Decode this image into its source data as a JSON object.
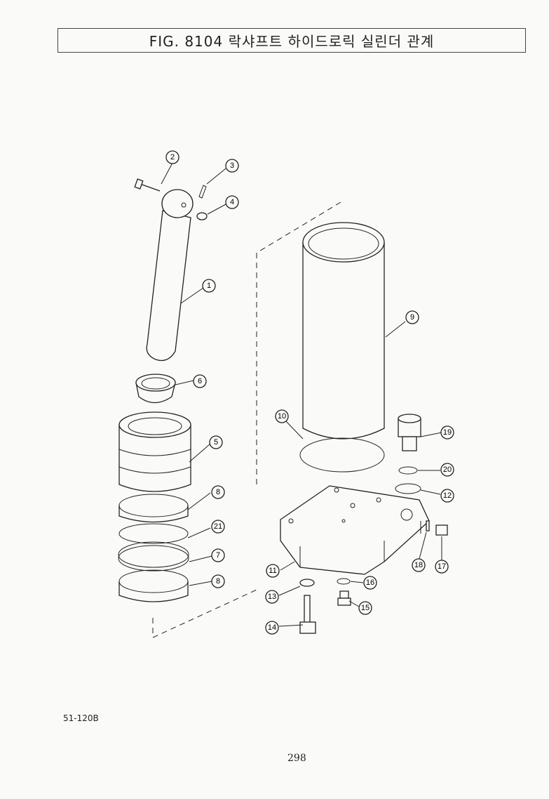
{
  "title": "FIG. 8104 락샤프트 하이드로릭 실린더 관계",
  "drawing_code": "51-120B",
  "page_number": "298",
  "callouts": [
    "1",
    "2",
    "3",
    "4",
    "5",
    "6",
    "7",
    "8",
    "8",
    "9",
    "10",
    "11",
    "12",
    "13",
    "14",
    "15",
    "16",
    "17",
    "18",
    "19",
    "20",
    "21"
  ]
}
